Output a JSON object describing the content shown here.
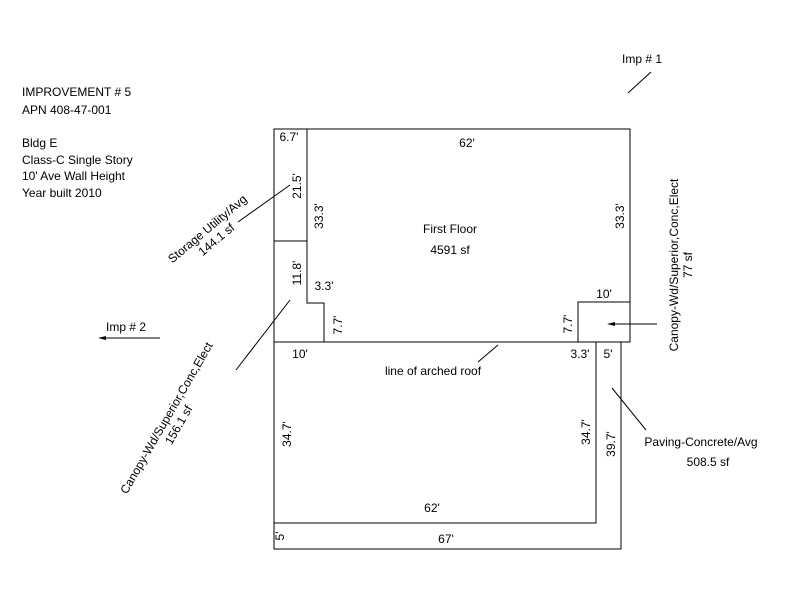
{
  "header": {
    "improvement": "IMPROVEMENT # 5",
    "apn": "APN 408-47-001",
    "building": "Bldg E",
    "class": "Class-C Single Story",
    "wall_height": "10' Ave Wall Height",
    "year_built": "Year built 2010"
  },
  "references": {
    "imp1": "Imp # 1",
    "imp2": "Imp # 2"
  },
  "main_area": {
    "name": "First Floor",
    "area": "4591 sf"
  },
  "storage": {
    "name": "Storage Utility/Avg",
    "area": "144.1 sf"
  },
  "canopy_left": {
    "name": "Canopy-Wd/Superior,Conc,Elect",
    "area": "156.1 sf"
  },
  "canopy_right": {
    "name": "Canopy-Wd/Superior,Conc,Elect",
    "area": "77 sf"
  },
  "paving": {
    "name": "Paving-Concrete/Avg",
    "area": "508.5 sf"
  },
  "roof_note": "line of arched roof",
  "dimensions": {
    "top_width": "62'",
    "storage_width": "6.7'",
    "storage_height": "21.5'",
    "left_upper": "33.3'",
    "right_upper": "33.3'",
    "left_canopy_height": "11.8'",
    "left_notch_width": "3.3'",
    "left_notch_height": "7.7'",
    "left_canopy_width": "10'",
    "right_canopy_width": "10'",
    "right_notch_height": "7.7'",
    "right_notch_width": "3.3'",
    "paving_width": "5'",
    "left_lower": "34.7'",
    "right_lower": "34.7'",
    "paving_height": "39.7'",
    "bottom_width": "62'",
    "paving_bottom_left": "5'",
    "paving_bottom_width": "67'"
  }
}
